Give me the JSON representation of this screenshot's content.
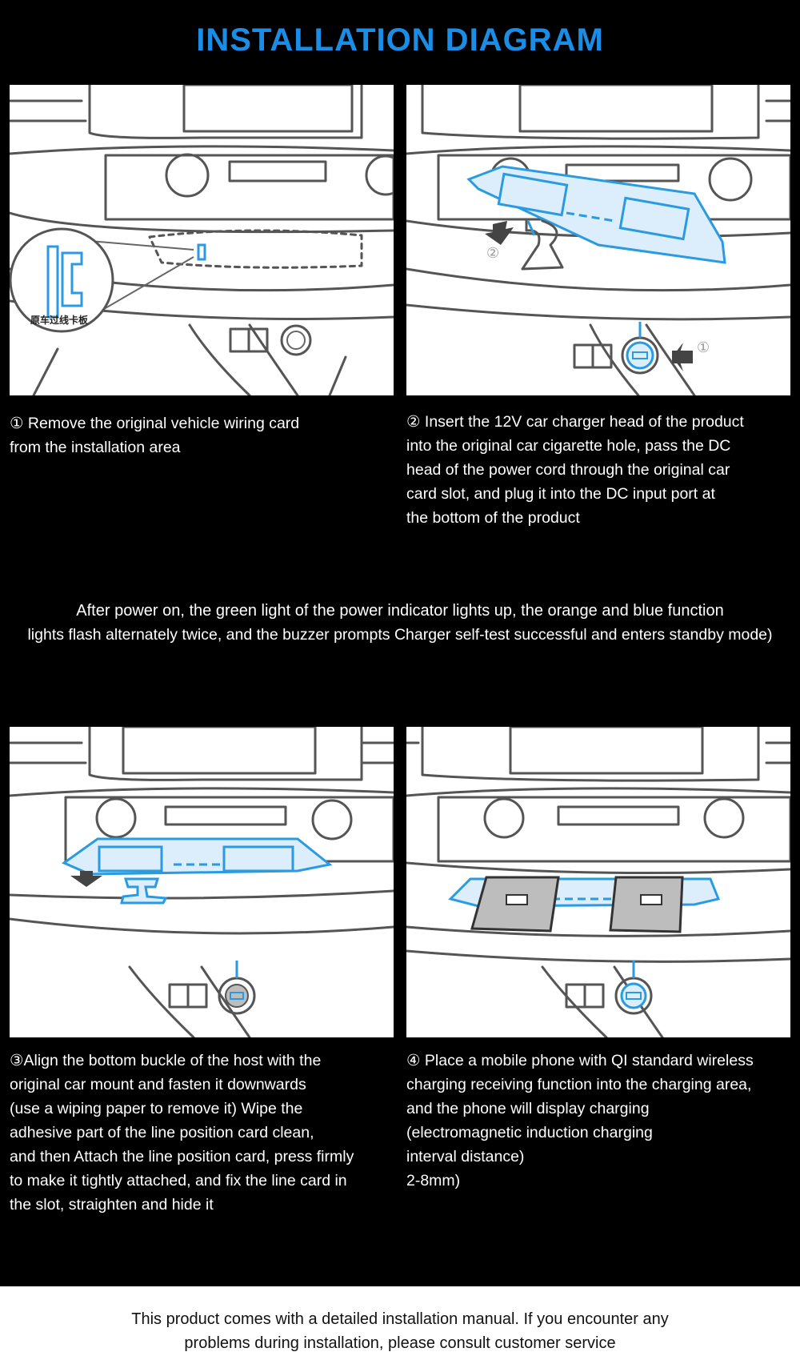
{
  "title": "INSTALLATION DIAGRAM",
  "steps": [
    {
      "lines": [
        "① Remove the original vehicle wiring card",
        "from the installation area"
      ]
    },
    {
      "lines": [
        "② Insert the 12V car charger head of the product",
        "into the original car cigarette hole, pass the DC",
        "head of the power cord through the original car",
        "card slot, and plug it into the DC input port at",
        "the bottom of the product"
      ]
    },
    {
      "lines": [
        "③Align the bottom buckle of the host with the",
        "original car mount and fasten it downwards",
        "(use a wiping paper to remove it) Wipe the",
        "adhesive part of the line position card clean,",
        "and then Attach the line position card, press firmly",
        "to make it tightly attached, and fix the line card in",
        "the slot, straighten and hide it"
      ]
    },
    {
      "lines": [
        "④ Place a mobile phone with QI standard wireless",
        "charging receiving function into the charging area,",
        "and the phone will display charging",
        "(electromagnetic induction charging",
        "interval distance)",
        "2-8mm)"
      ]
    }
  ],
  "notice": [
    "After power on, the green light of the power indicator lights up, the orange and blue function",
    "lights flash alternately twice, and the buzzer prompts Charger self-test successful and enters standby mode)"
  ],
  "footer": [
    "This product comes with a detailed installation manual. If you encounter any",
    "problems during installation, please consult customer service"
  ],
  "diagram_labels": {
    "wiring_card": "原车过线卡板",
    "marker_1": "①",
    "marker_2": "②"
  },
  "colors": {
    "title": "#1a8ee6",
    "product_outline": "#2a9be0",
    "background": "#000000",
    "footer_background": "#ffffff"
  }
}
